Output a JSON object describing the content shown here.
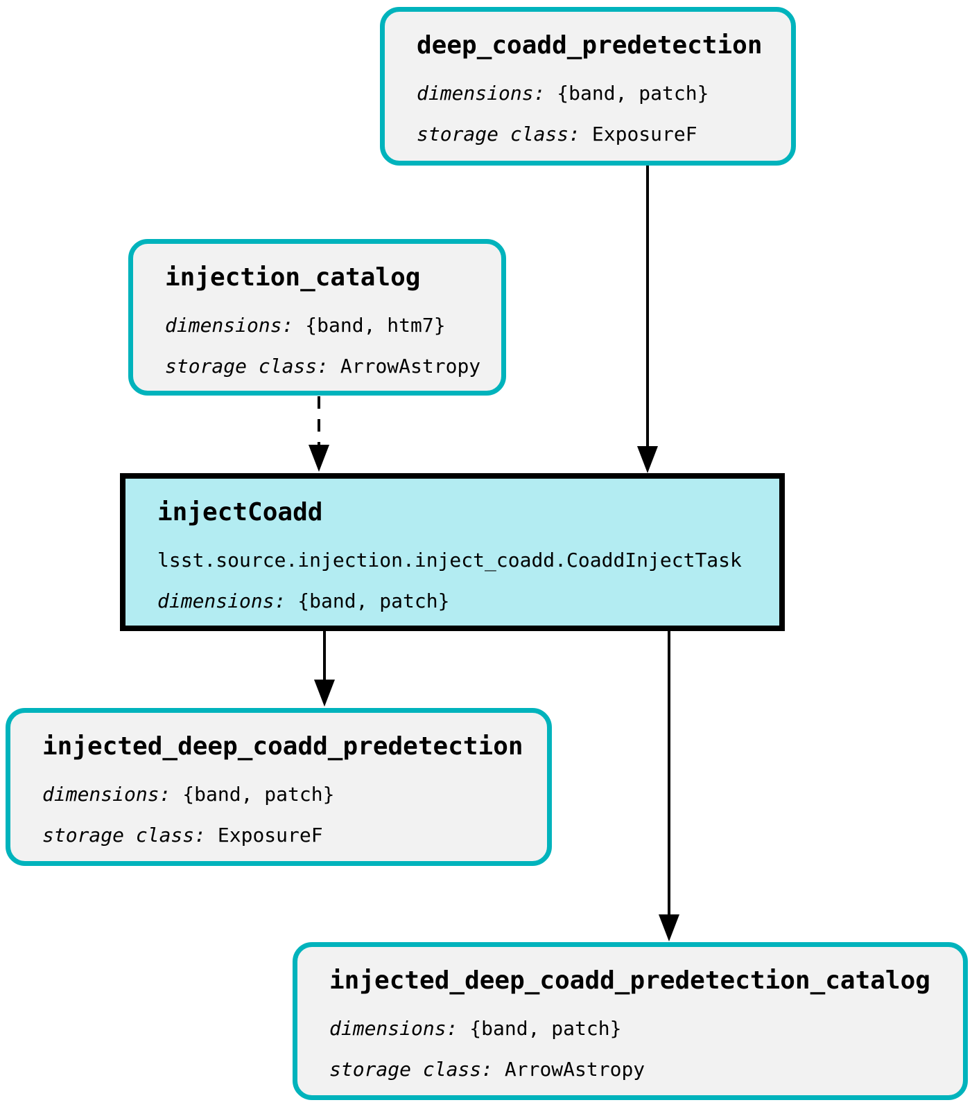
{
  "diagram": {
    "kind": "pipeline-task-graph",
    "labels": {
      "dimensions": "dimensions:",
      "storage_class": "storage class:"
    },
    "colors": {
      "dataset_border": "#00b3bc",
      "dataset_fill": "#f2f2f2",
      "task_fill": "#b3ecf2",
      "task_border": "#000000",
      "edge": "#000000",
      "background": "#ffffff",
      "text": "#000000"
    },
    "nodes": [
      {
        "id": "deep_coadd_predetection",
        "kind": "dataset",
        "title": "deep_coadd_predetection",
        "dimensions": "{band, patch}",
        "storage_class": "ExposureF"
      },
      {
        "id": "injection_catalog",
        "kind": "dataset",
        "title": "injection_catalog",
        "dimensions": "{band, htm7}",
        "storage_class": "ArrowAstropy"
      },
      {
        "id": "injectCoadd",
        "kind": "task",
        "title": "injectCoadd",
        "task_class": "lsst.source.injection.inject_coadd.CoaddInjectTask",
        "dimensions": "{band, patch}"
      },
      {
        "id": "injected_deep_coadd_predetection",
        "kind": "dataset",
        "title": "injected_deep_coadd_predetection",
        "dimensions": "{band, patch}",
        "storage_class": "ExposureF"
      },
      {
        "id": "injected_deep_coadd_predetection_catalog",
        "kind": "dataset",
        "title": "injected_deep_coadd_predetection_catalog",
        "dimensions": "{band, patch}",
        "storage_class": "ArrowAstropy"
      }
    ],
    "edges": [
      {
        "from": "deep_coadd_predetection",
        "to": "injectCoadd",
        "style": "solid"
      },
      {
        "from": "injection_catalog",
        "to": "injectCoadd",
        "style": "dashed"
      },
      {
        "from": "injectCoadd",
        "to": "injected_deep_coadd_predetection",
        "style": "solid"
      },
      {
        "from": "injectCoadd",
        "to": "injected_deep_coadd_predetection_catalog",
        "style": "solid"
      }
    ]
  }
}
